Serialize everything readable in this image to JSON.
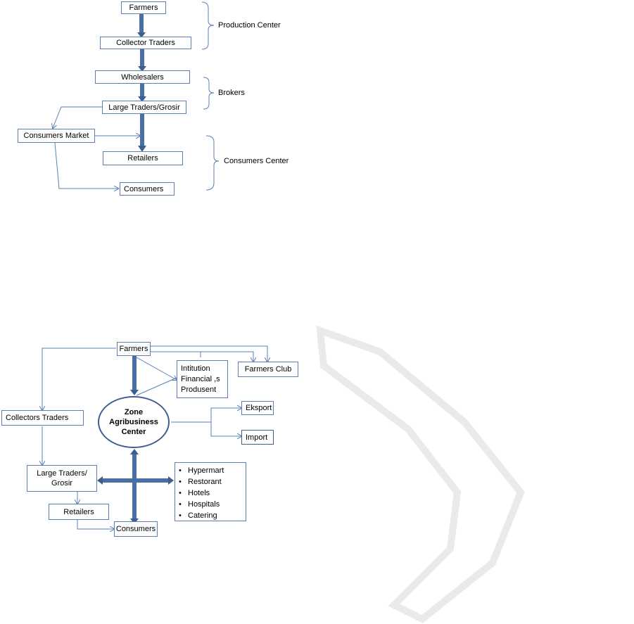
{
  "top_diagram": {
    "farmers": "Farmers",
    "collector_traders": "Collector Traders",
    "wholesalers": "Wholesalers",
    "large_traders": "Large Traders/Grosir",
    "consumers_market": "Consumers Market",
    "retailers": "Retailers",
    "consumers": "Consumers",
    "production_center": "Production Center",
    "brokers": "Brokers",
    "consumers_center": "Consumers Center"
  },
  "bottom_diagram": {
    "farmers": "Farmers",
    "institution": [
      "Intitution",
      "Financial ,s",
      "Produsent"
    ],
    "farmers_club": "Farmers Club",
    "zone_center": [
      "Zone",
      "Agribusiness",
      "Center"
    ],
    "eksport": "Eksport",
    "import": "Import",
    "collectors_traders": "Collectors Traders",
    "large_traders": [
      "Large Traders/",
      "Grosir"
    ],
    "retailers": "Retailers",
    "consumers": "Consumers",
    "outlets": [
      "Hypermart",
      "Restorant",
      "Hotels",
      "Hospitals",
      "Catering"
    ]
  },
  "colors": {
    "line": "#5b7fb5",
    "thick_arrow": "#4a6fa5",
    "watermark": "#d9d9d9"
  }
}
